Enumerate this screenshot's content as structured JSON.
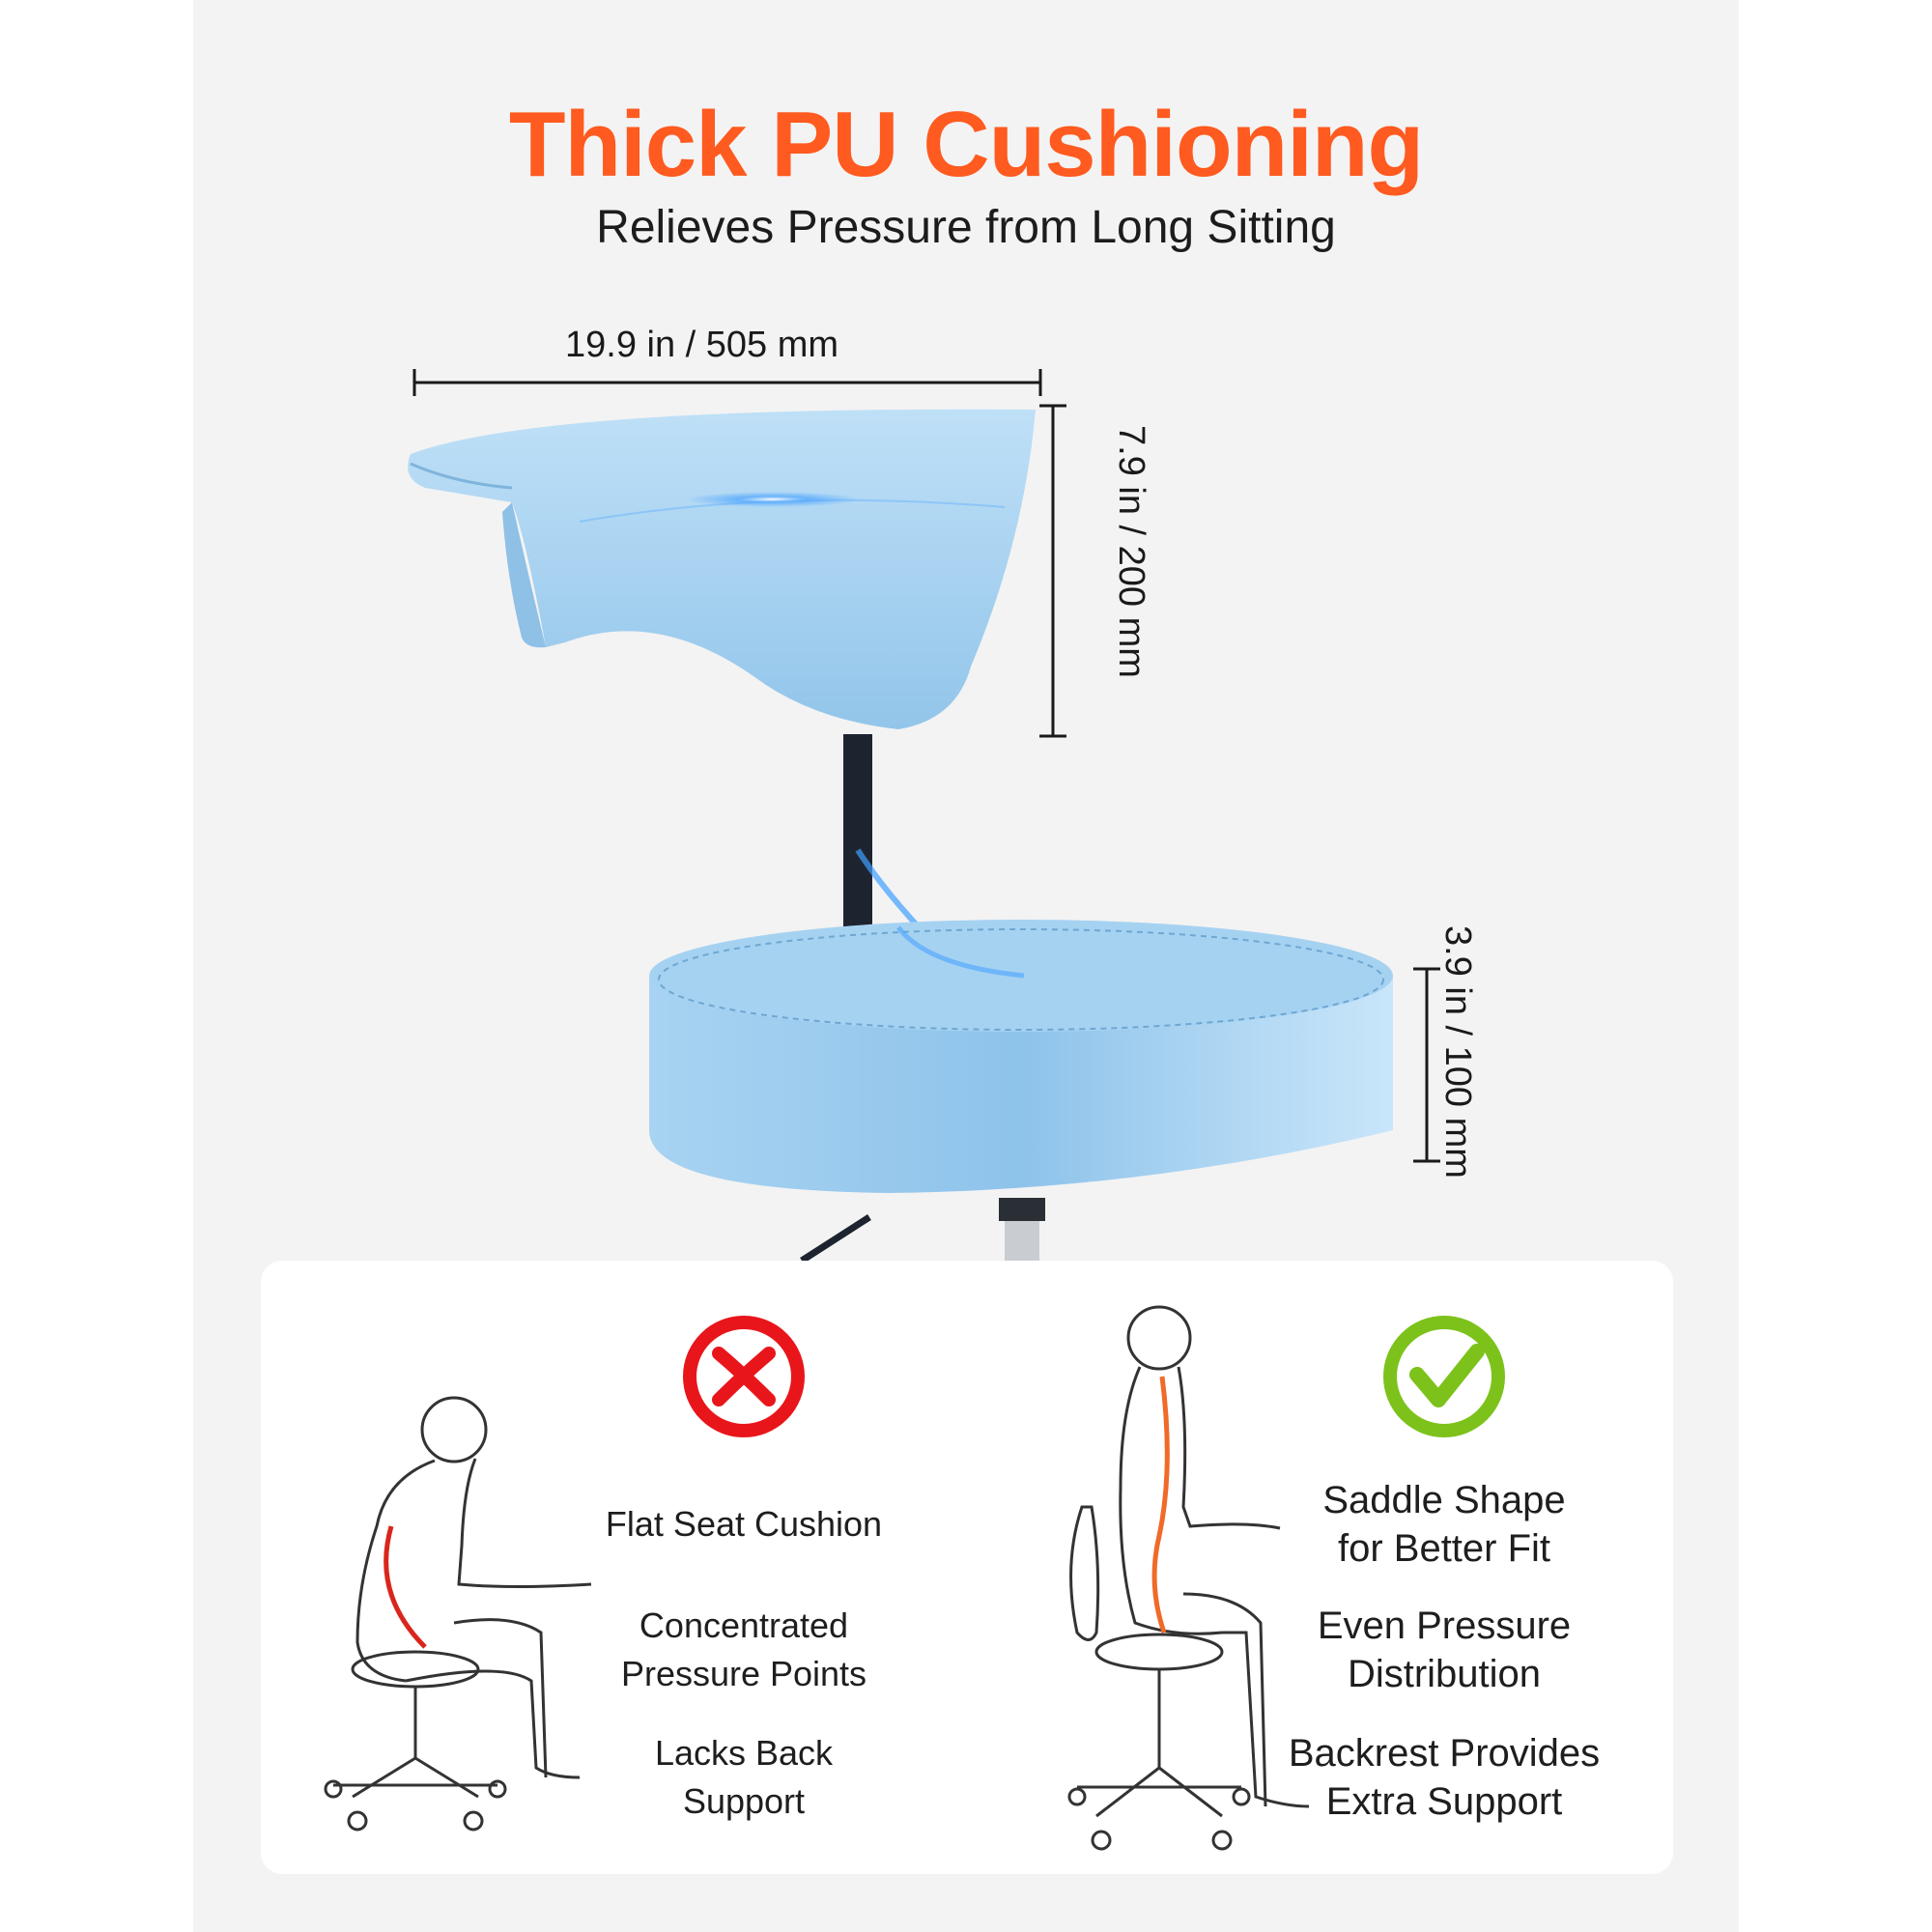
{
  "header": {
    "title": "Thick PU Cushioning",
    "subtitle": "Relieves Pressure from Long Sitting"
  },
  "dimensions": {
    "width": "19.9 in / 505 mm",
    "backrest_height": "7.9 in / 200 mm",
    "seat_thickness": "3.9 in / 100 mm"
  },
  "comparison": {
    "bad": {
      "icon": "x-mark-icon",
      "color": "#e8161b",
      "points": [
        [
          "Flat Seat Cushion"
        ],
        [
          "Concentrated",
          "Pressure Points"
        ],
        [
          "Lacks Back",
          "Support"
        ]
      ]
    },
    "good": {
      "icon": "checkmark-icon",
      "color": "#7cc21b",
      "points": [
        [
          "Saddle Shape",
          "for Better Fit"
        ],
        [
          "Even Pressure",
          "Distribution"
        ],
        [
          "Backrest Provides",
          "Extra Support"
        ]
      ]
    }
  },
  "colors": {
    "accent": "#ff5a1f",
    "cushion": "#a9d4f2",
    "spine_bad": "#d9261c",
    "spine_good": "#f06a28"
  }
}
